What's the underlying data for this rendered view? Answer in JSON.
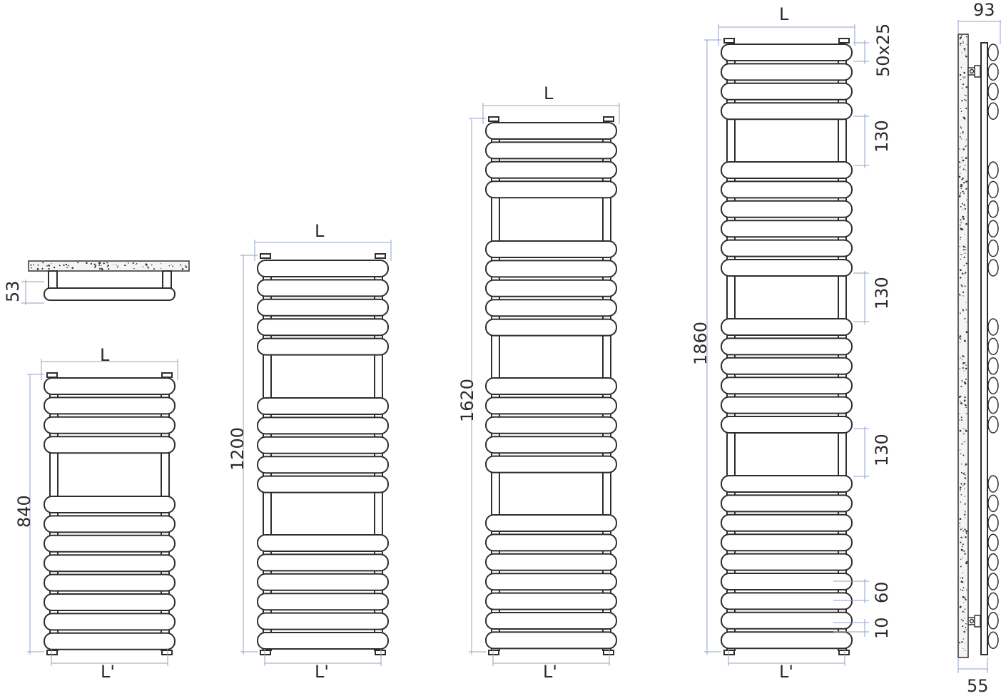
{
  "labels": {
    "width": "L",
    "centers": "L'",
    "top_view_depth": "53",
    "side_depth": "93",
    "side_wall": "55",
    "bar_section": "50x25",
    "gap_130": "130",
    "bar_height": "60",
    "bottom_gap": "10"
  },
  "models": [
    {
      "height_label": "840"
    },
    {
      "height_label": "1200"
    },
    {
      "height_label": "1620"
    },
    {
      "height_label": "1860"
    }
  ],
  "colors": {
    "outline": "#2e2e2e",
    "dimension_line": "#8fa3c7",
    "text": "#2b2b2b"
  }
}
